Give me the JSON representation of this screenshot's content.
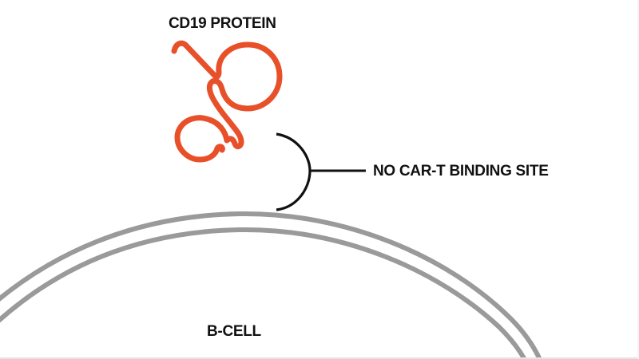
{
  "diagram": {
    "labels": {
      "protein": "CD19 PROTEIN",
      "binding_site": "NO CAR-T BINDING SITE",
      "cell": "B-CELL"
    },
    "colors": {
      "protein": "#e8502a",
      "membrane": "#9a9a9a",
      "bracket": "#111111",
      "text": "#111111",
      "background": "#ffffff"
    },
    "elements": [
      {
        "name": "cd19-protein",
        "description": "folded protein strand with two loops"
      },
      {
        "name": "binding-site-bracket",
        "description": "curved bracket with leader line"
      },
      {
        "name": "b-cell-membrane",
        "description": "double-line cell membrane arc"
      }
    ]
  }
}
